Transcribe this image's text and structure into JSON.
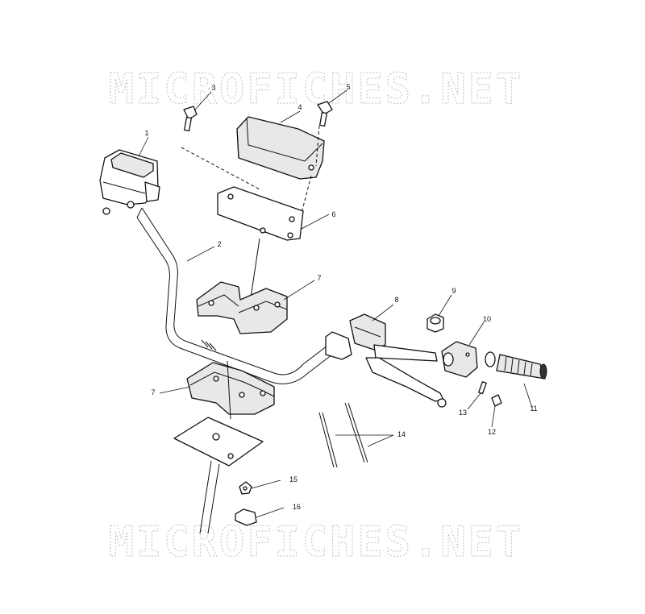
{
  "watermark": {
    "top": "MICROFICHES.NET",
    "bottom": "MICROFICHES.NET",
    "color": "#c9c9c9"
  },
  "callouts": {
    "c1": "1",
    "c2": "2",
    "c3": "3",
    "c4": "4",
    "c5": "5",
    "c6": "6",
    "c7a": "7",
    "c7b": "7",
    "c8": "8",
    "c9": "9",
    "c10": "10",
    "c11": "11",
    "c12": "12",
    "c13": "13",
    "c14": "14",
    "c15": "15",
    "c16": "16"
  }
}
